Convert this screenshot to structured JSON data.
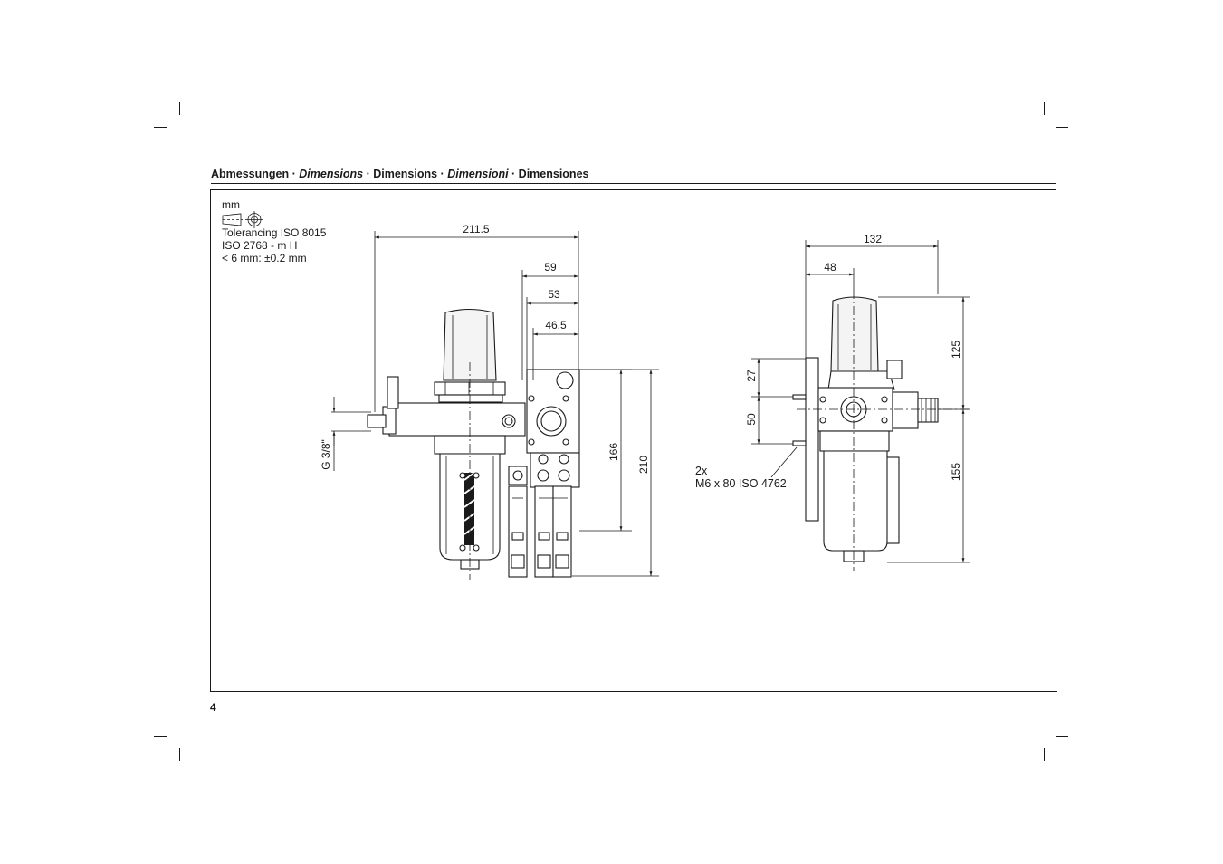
{
  "header": {
    "part1": "Abmessungen · ",
    "part2": "Dimensions",
    "part3": " · Dimensions · ",
    "part4": "Dimensioni",
    "part5": " · Dimensiones"
  },
  "tolerance": {
    "unit": "mm",
    "line1": "Tolerancing ISO 8015",
    "line2": "ISO 2768 - m H",
    "line3": "< 6 mm: ±0.2 mm"
  },
  "front_view": {
    "dim_width_total": "211.5",
    "dim_59": "59",
    "dim_53": "53",
    "dim_46_5": "46.5",
    "dim_166": "166",
    "dim_210": "210",
    "port_thread": "G 3/8\""
  },
  "side_view": {
    "dim_132": "132",
    "dim_48": "48",
    "dim_125": "125",
    "dim_155": "155",
    "dim_27": "27",
    "dim_50": "50",
    "screw_count": "2x",
    "screw_spec": "M6 x 80 ISO 4762"
  },
  "page_number": "4"
}
